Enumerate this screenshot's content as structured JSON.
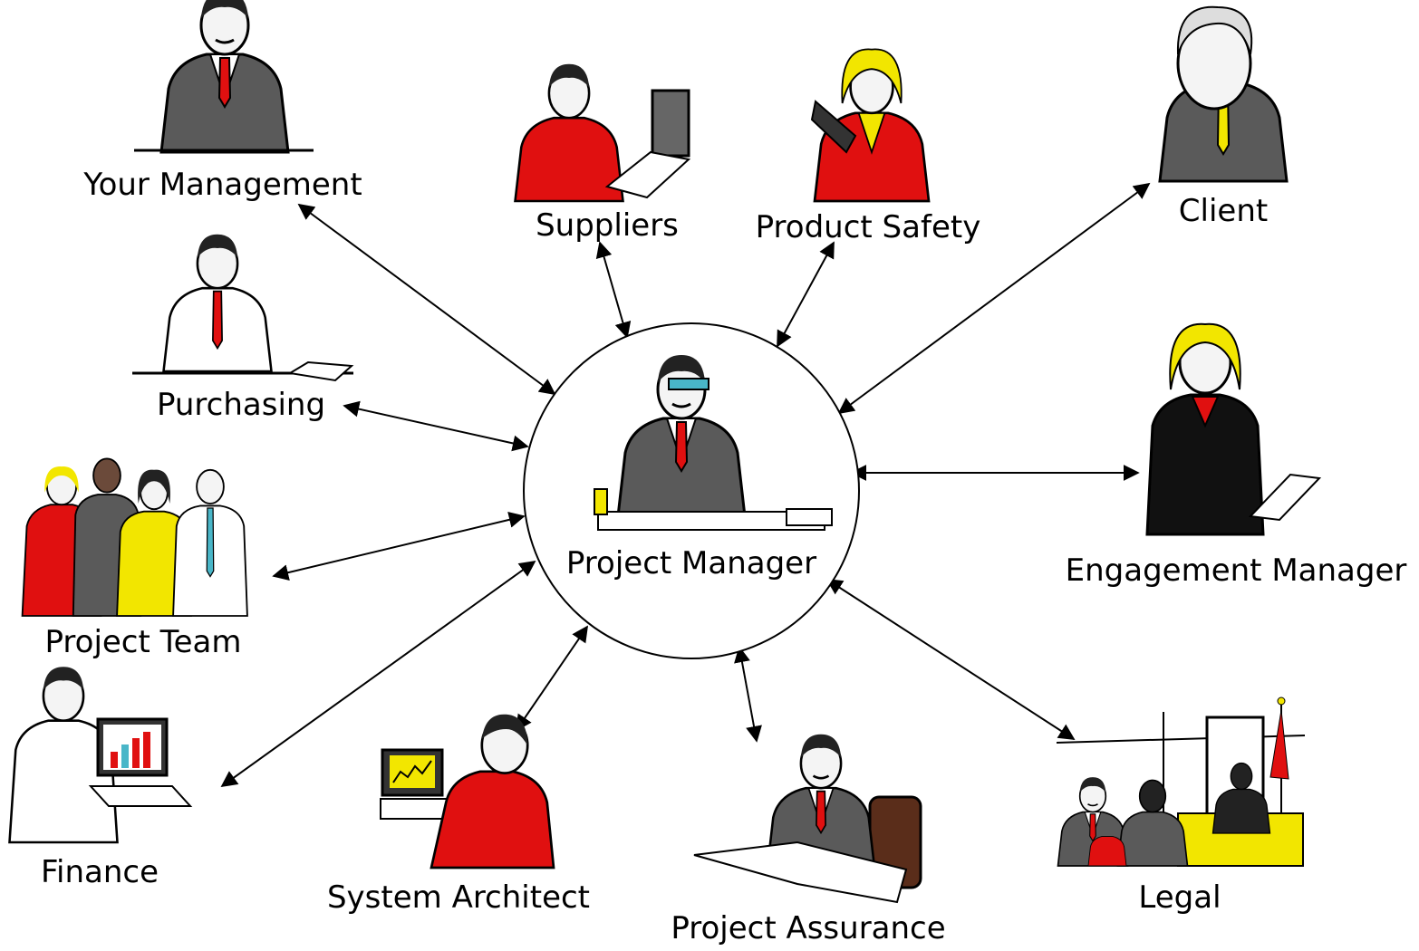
{
  "center": {
    "label": "Project Manager"
  },
  "stakeholders": [
    {
      "id": "your-management",
      "label": "Your Management"
    },
    {
      "id": "suppliers",
      "label": "Suppliers"
    },
    {
      "id": "product-safety",
      "label": "Product Safety"
    },
    {
      "id": "client",
      "label": "Client"
    },
    {
      "id": "purchasing",
      "label": "Purchasing"
    },
    {
      "id": "engagement-manager",
      "label": "Engagement Manager"
    },
    {
      "id": "project-team",
      "label": "Project Team"
    },
    {
      "id": "finance",
      "label": "Finance"
    },
    {
      "id": "system-architect",
      "label": "System Architect"
    },
    {
      "id": "project-assurance",
      "label": "Project Assurance"
    },
    {
      "id": "legal",
      "label": "Legal"
    }
  ],
  "colors": {
    "ink": "#000000",
    "suit": "#5a5a5a",
    "red": "#e01010",
    "yellow": "#f2e600",
    "white": "#ffffff",
    "skin": "#f4f4f4"
  }
}
